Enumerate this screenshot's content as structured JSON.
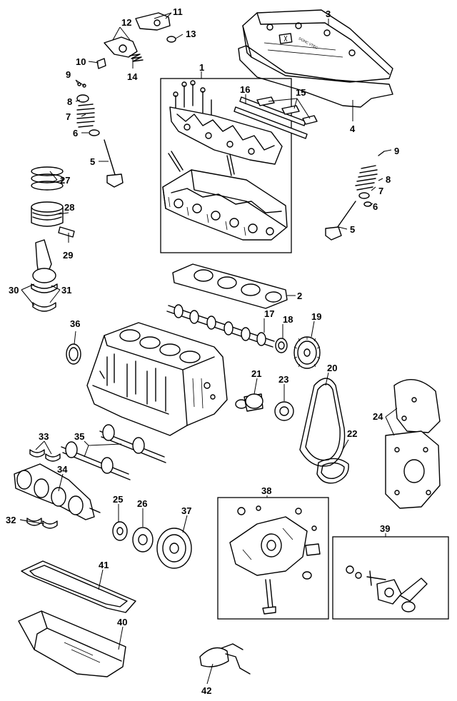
{
  "diagram": {
    "callouts": [
      "1",
      "2",
      "3",
      "4",
      "5",
      "5",
      "6",
      "6",
      "7",
      "7",
      "8",
      "8",
      "9",
      "9",
      "10",
      "11",
      "12",
      "13",
      "14",
      "15",
      "16",
      "17",
      "18",
      "19",
      "20",
      "21",
      "22",
      "23",
      "24",
      "25",
      "26",
      "27",
      "28",
      "29",
      "30",
      "31",
      "32",
      "33",
      "34",
      "35",
      "36",
      "37",
      "38",
      "39",
      "40",
      "41",
      "42"
    ],
    "valve_cover_marking": "DOHC VTEC"
  }
}
